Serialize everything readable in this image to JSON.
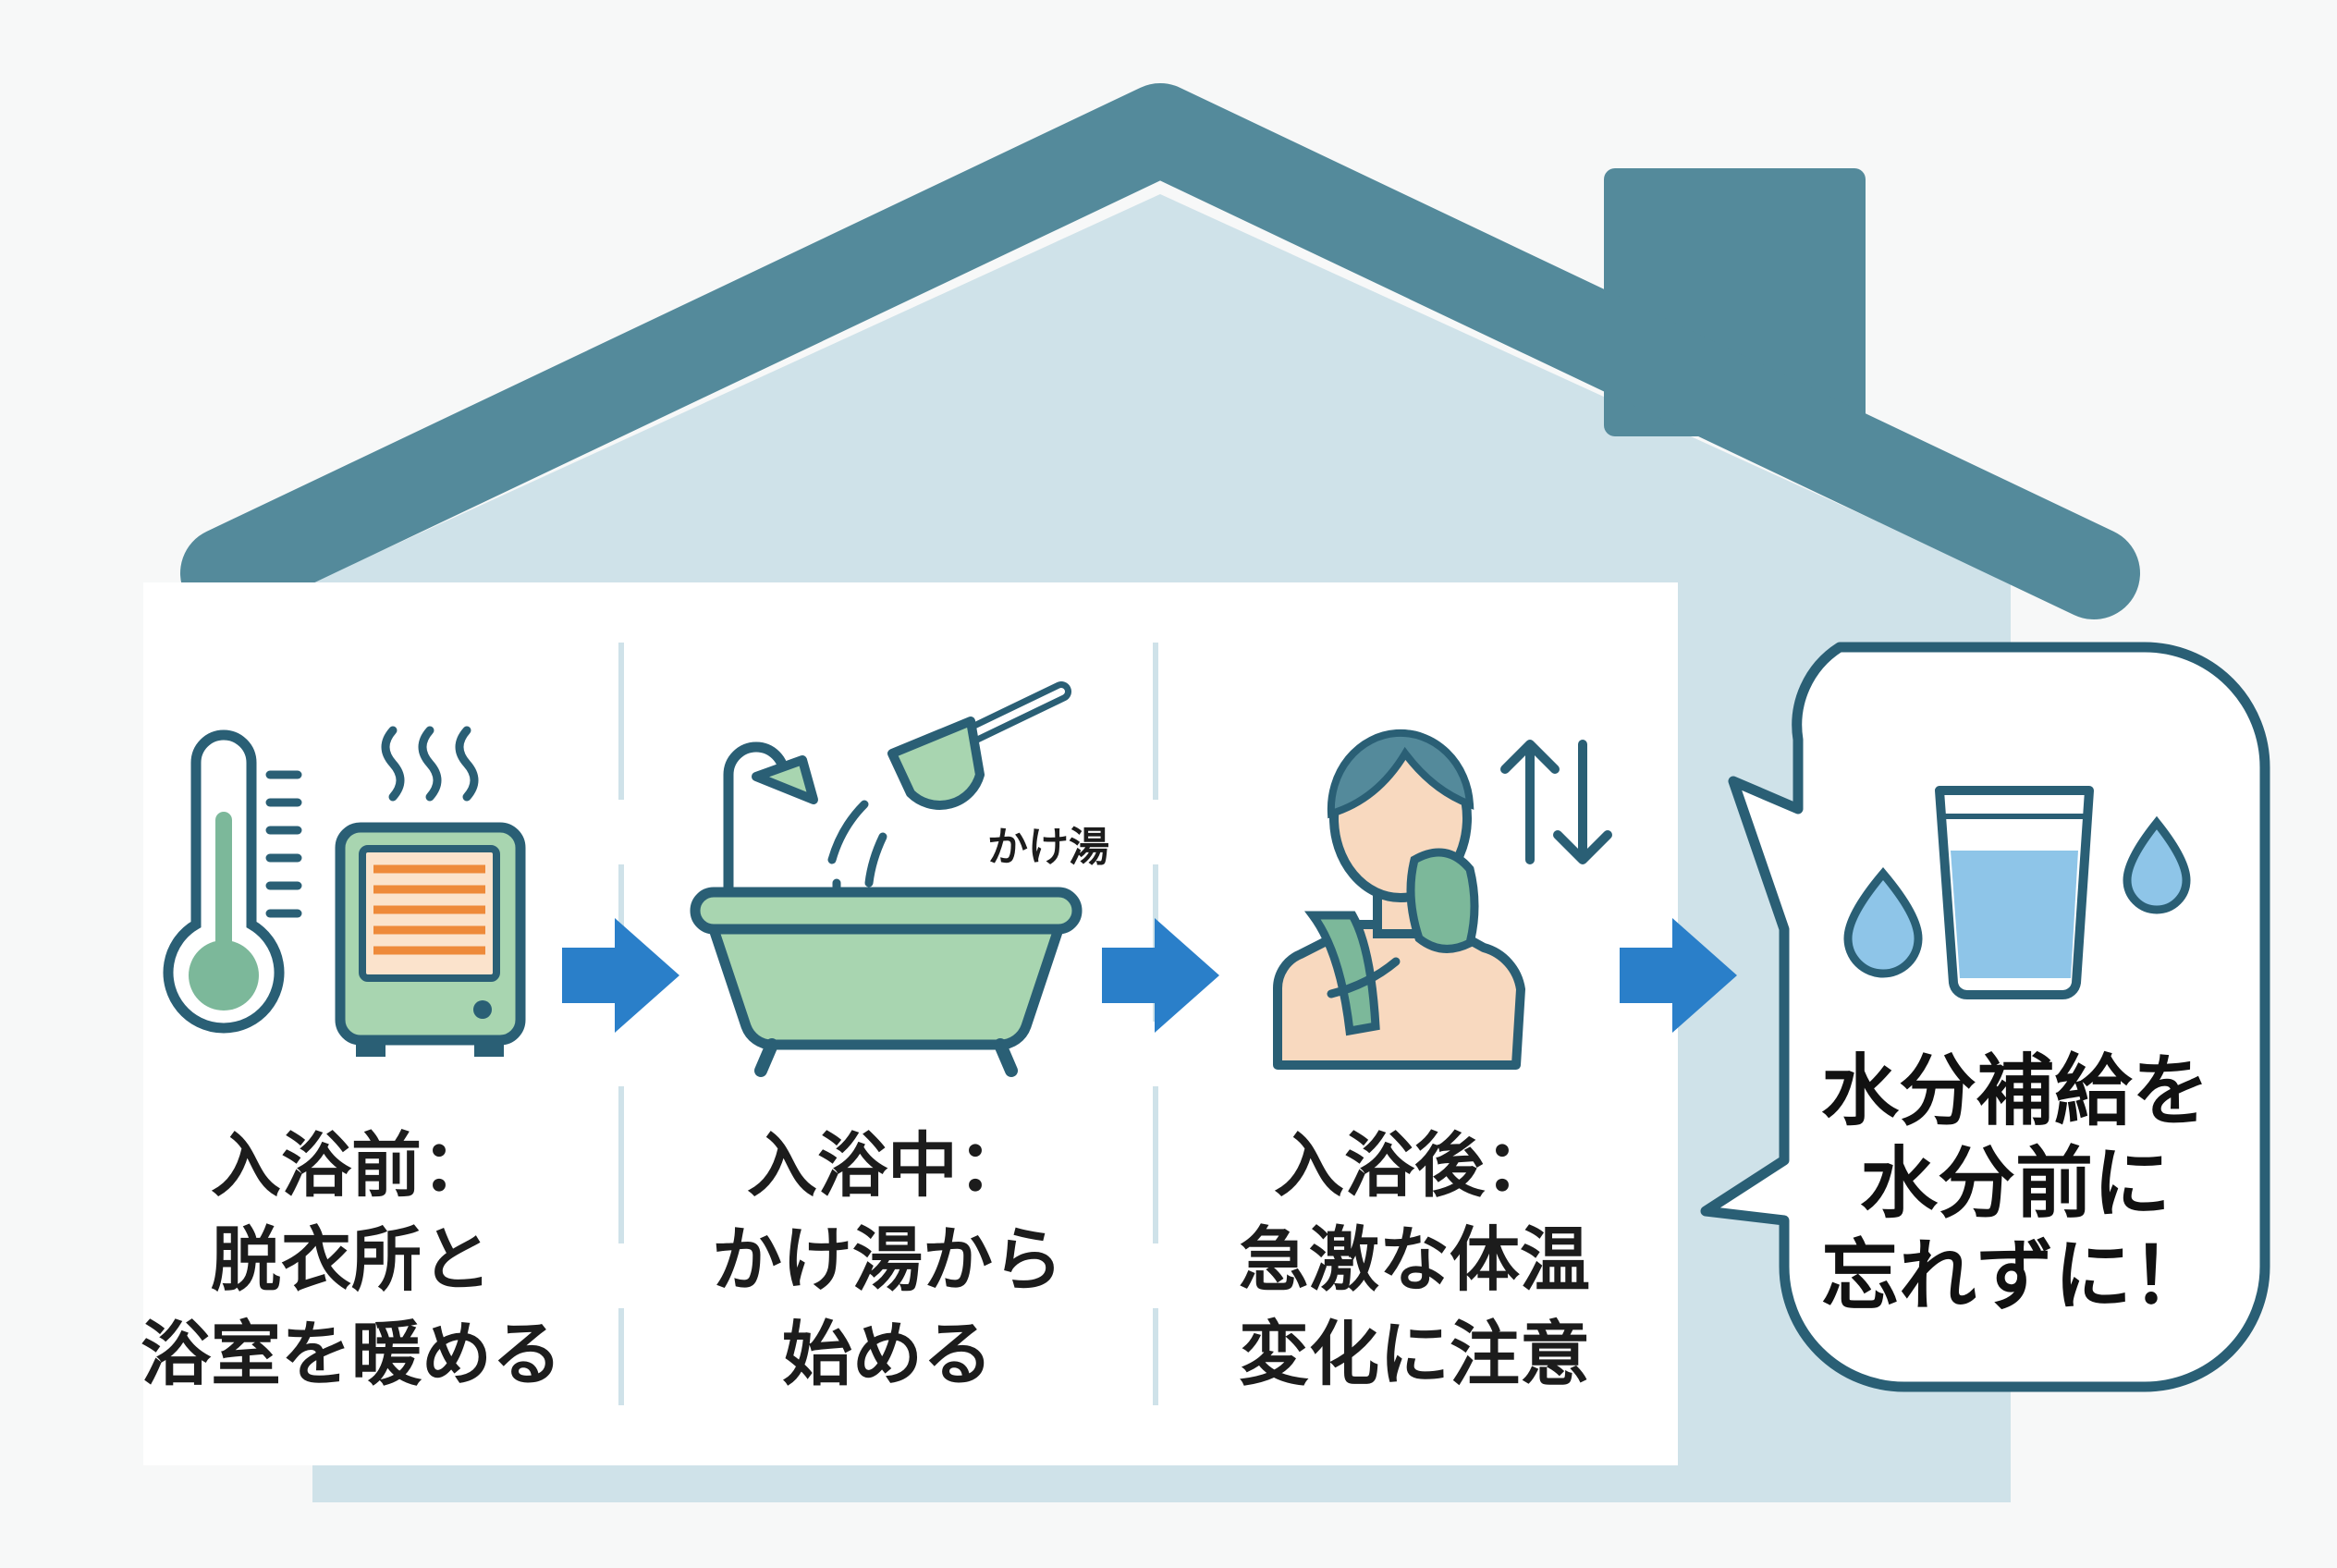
{
  "steps": [
    {
      "lines": [
        "入浴前：",
        "脱衣所と",
        "浴室を暖める"
      ]
    },
    {
      "lines": [
        "入浴中：",
        "かけ湯から",
        "始める"
      ]
    },
    {
      "lines": [
        "入浴後：",
        "急激な体温",
        "変化に注意"
      ]
    }
  ],
  "bath_note": "かけ湯",
  "callout": {
    "lines": [
      "水分補給を",
      "水分前に",
      "忘れずに！"
    ]
  },
  "colors": {
    "roof": "#548a9b",
    "house_wall": "#cfe2e9",
    "panel": "#ffffff",
    "arrow": "#2a7fc9",
    "accent_green": "#a8d5b0",
    "outline": "#2a5f75",
    "water": "#8ec5e8",
    "skin": "#f8d9bf"
  },
  "icons": [
    "thermometer-icon",
    "heater-icon",
    "bathtub-icon",
    "shower-icon",
    "bath-scoop-icon",
    "person-towel-icon",
    "up-down-arrows-icon",
    "water-glass-icon",
    "water-drop-icon",
    "flow-arrow-icon"
  ]
}
